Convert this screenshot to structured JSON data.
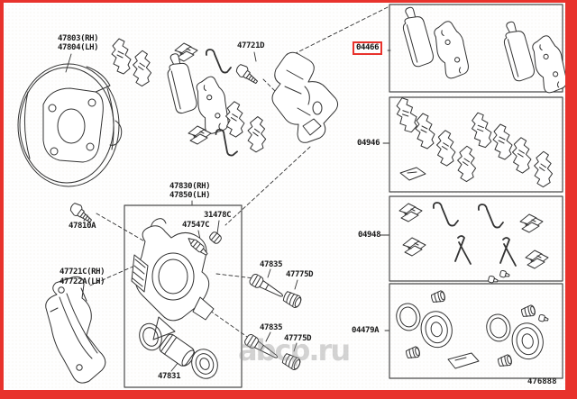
{
  "page": {
    "watermark": "abcp.ru",
    "drawing_code": "476888"
  },
  "colors": {
    "frame_red": "#e8322c",
    "highlight_red": "#e8322c",
    "line_ink": "#333333",
    "label_ink": "#1a1a1a",
    "watermark_gray": "#9a9a9a"
  },
  "labels": {
    "backing_plate": {
      "rh": "47803(RH)",
      "lh": "47804(LH)"
    },
    "caliper_assembly": {
      "rh": "47830(RH)",
      "lh": "47850(LH)"
    },
    "mounting_bracket": {
      "rh": "47721C(RH)",
      "lh": "47722A(LH)"
    },
    "mounting_bolt": "47721D",
    "bracket_bolt": "47810A",
    "bleeder_cap": "31478C",
    "bleeder_screw": "47547C",
    "slide_pin_upper": "47835",
    "pin_boot_upper": "47775D",
    "slide_pin_lower": "47835",
    "pin_boot_lower": "47775D",
    "piston": "47831"
  },
  "kits": [
    {
      "label": "04466",
      "highlighted": true
    },
    {
      "label": "04946",
      "highlighted": false
    },
    {
      "label": "04948",
      "highlighted": false
    },
    {
      "label": "04479A",
      "highlighted": false
    }
  ]
}
